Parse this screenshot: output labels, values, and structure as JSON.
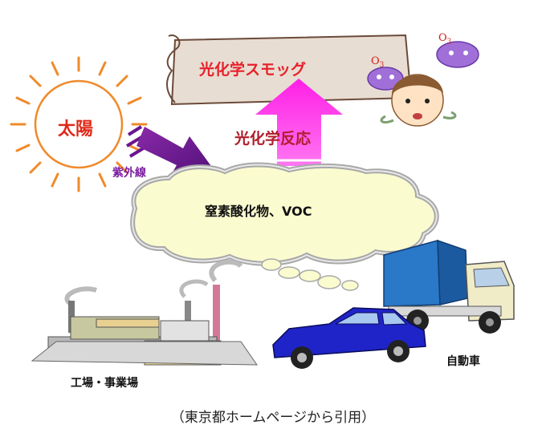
{
  "labels": {
    "smog": "光化学スモッグ",
    "sun": "太陽",
    "uv": "紫外線",
    "reaction": "光化学反応",
    "cloud": "窒素酸化物、VOC",
    "factory": "工場・事業場",
    "car": "自動車",
    "caption": "（東京都ホームページから引用）",
    "o3_left": "O",
    "o3_right": "O",
    "o3_sub": "3"
  },
  "colors": {
    "smog_text": "#e8202a",
    "sun_ray": "#f08a2a",
    "uv_arrow": "#6a1590",
    "reaction_arrow": "#ff22ee",
    "cloud_fill": "#fbfbd0",
    "panel_fill": "#e8ddd2",
    "truck_body": "#2a78c8",
    "car_body": "#1f24c8",
    "germ": "#a070d8"
  }
}
